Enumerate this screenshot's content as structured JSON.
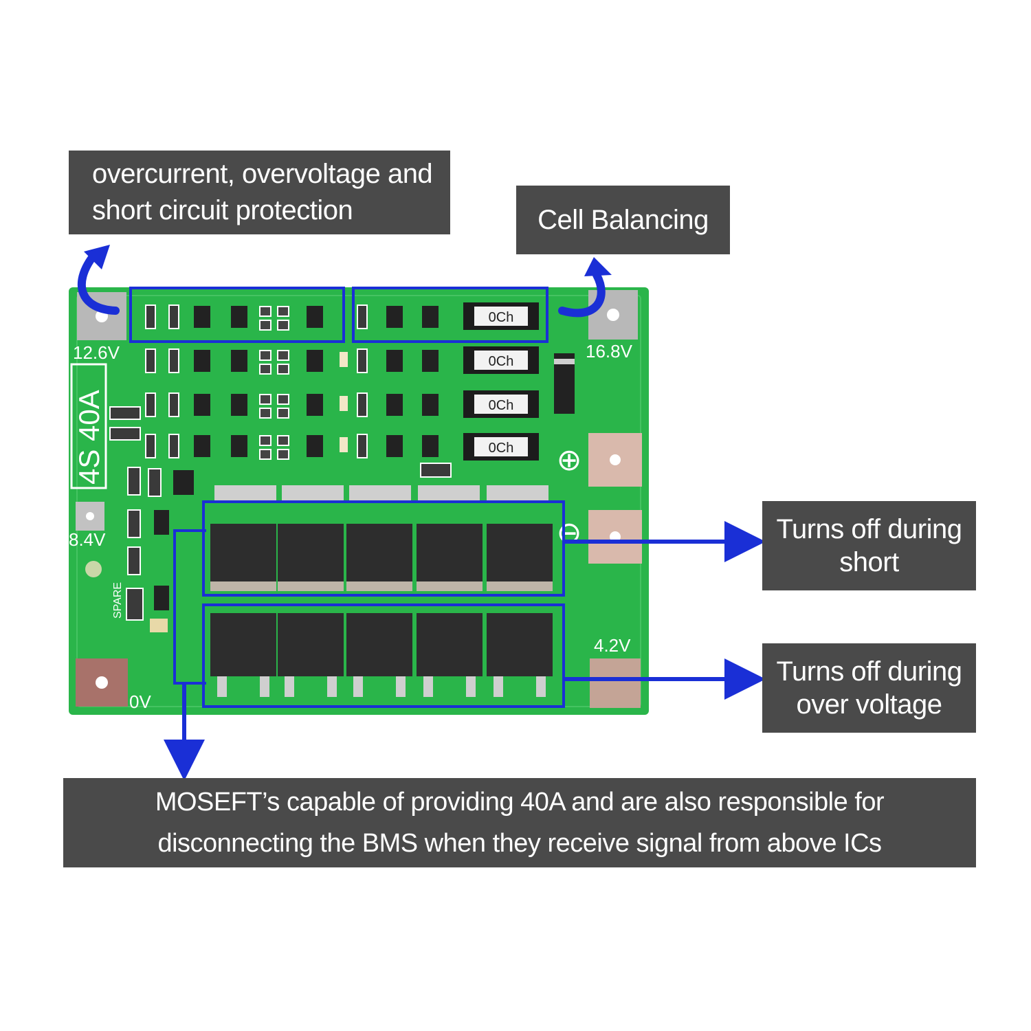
{
  "callouts": {
    "protection": {
      "line1": "overcurrent, overvoltage and",
      "line2": "short circuit protection"
    },
    "balancing": "Cell Balancing",
    "short": {
      "line1": "Turns off during",
      "line2": "short"
    },
    "overvoltage": {
      "line1": "Turns off during",
      "line2": "over voltage"
    },
    "mosfet": {
      "line1": "MOSEFT’s capable of providing 40A and are also responsible for",
      "line2": "disconnecting the BMS when they receive signal from above ICs"
    }
  },
  "board": {
    "model_label": "4S 40A",
    "pad_labels": [
      "12.6V",
      "16.8V",
      "8.4V",
      "4.2V",
      "0V"
    ],
    "spare_label": "SPARE",
    "resistor_marking": "0Ch",
    "plus_symbol": "⊕",
    "minus_symbol": "⊖"
  },
  "colors": {
    "pcb": "#2ab54a",
    "callout_bg": "#4a4a4a",
    "highlight": "#1a2fd6",
    "mosfet": "#2d2d2d"
  }
}
